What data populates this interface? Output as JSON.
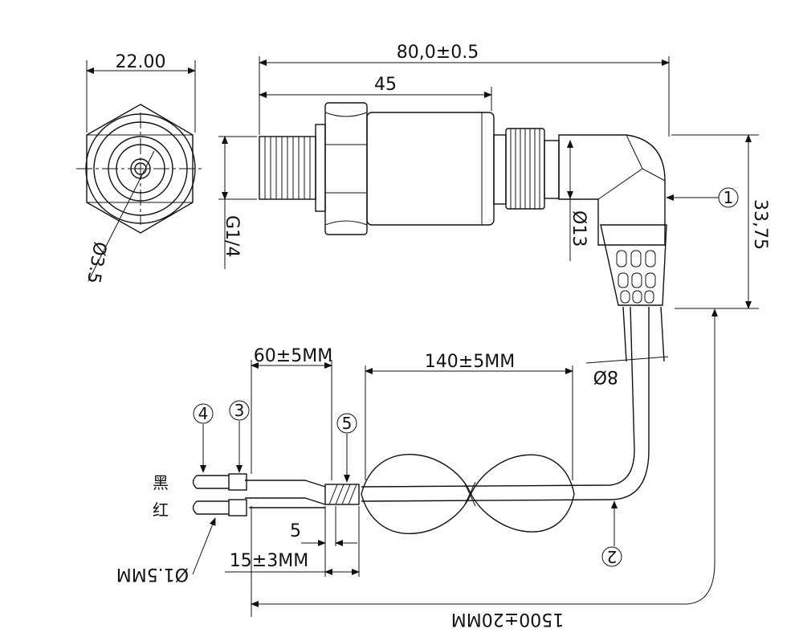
{
  "dimensions": {
    "hex_width": "22.00",
    "total_length": "80,0±0.5",
    "body_length": "45",
    "thread": "G1/4",
    "hole_diameter": "Ø3.5",
    "connector_diameter": "Ø13",
    "connector_height": "33,75",
    "cable_diameter": "8Ø",
    "wire_strip_length": "60±5MM",
    "loop_length": "140±5MM",
    "sleeve_length": "5",
    "tube_length": "15±3MM",
    "wire_diameter": "Ø1.5MM",
    "cable_length": "1500±20MM"
  },
  "callouts": {
    "c1": "1",
    "c2": "2",
    "c3": "3",
    "c4": "4",
    "c5": "5"
  },
  "wire_labels": {
    "black": "黑",
    "red": "红"
  }
}
